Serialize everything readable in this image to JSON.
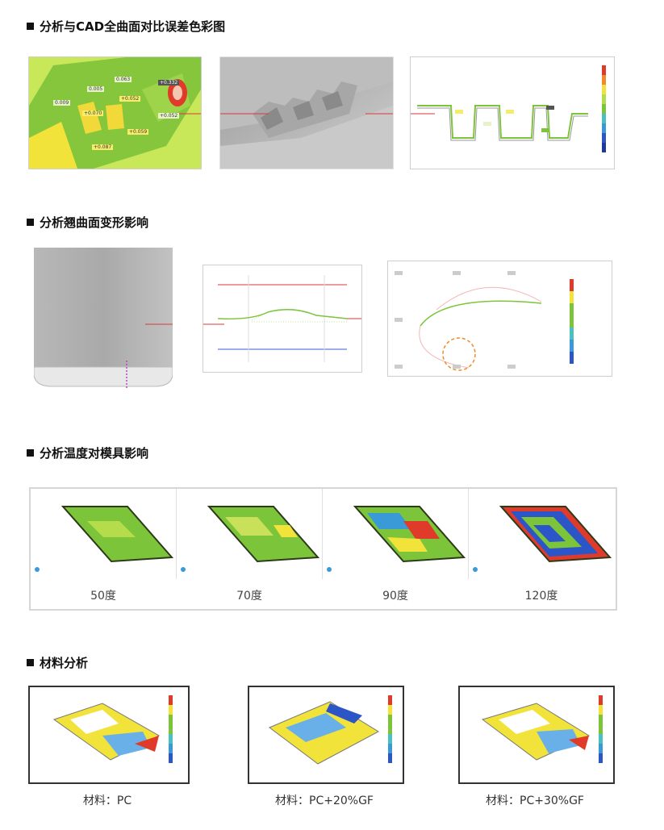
{
  "sections": {
    "cad_compare": {
      "title": "分析与CAD全曲面对比误差色彩图"
    },
    "warp": {
      "title": "分析翘曲面变形影响"
    },
    "temperature": {
      "title": "分析温度对模具影响"
    },
    "material": {
      "title": "材料分析"
    }
  },
  "cad_labels": [
    "+0.332",
    "0.063",
    "+0.052",
    "+0.070",
    "+0.059",
    "+0.087",
    "0.005",
    "0.009",
    "+0.052"
  ],
  "temperature_captions": [
    "50度",
    "70度",
    "90度",
    "120度"
  ],
  "material_captions": [
    "材料：PC",
    "材料：PC+20%GF",
    "材料：PC+30%GF"
  ],
  "colors": {
    "accent_red": "#d83a3a",
    "heat_green": "#7cc43a",
    "heat_yellow": "#f2e33a",
    "heat_red": "#e03b2a",
    "heat_blue": "#2c56c8"
  }
}
